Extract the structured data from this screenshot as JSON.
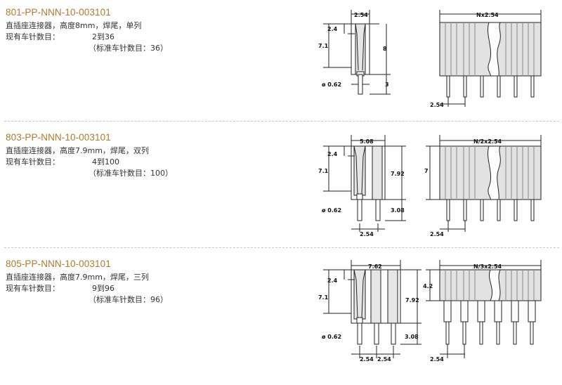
{
  "sections": [
    {
      "part_number": "801-PP-NNN-10-003101",
      "description": "直插座连接器，高度8mm，焊尾，单列",
      "pins_label": "现有车针数目：",
      "pins_range": "2到36",
      "pins_standard": "（标准车针数目：36）",
      "dims": {
        "width": "2.54",
        "entry": "2.4",
        "body": "7.1",
        "height": "8",
        "pin_dia": "ø 0.62",
        "tail": "3",
        "count": "Nx2.54",
        "pitch": "2.54"
      }
    },
    {
      "part_number": "803-PP-NNN-10-003101",
      "description": "直插座连接器，高度7.9mm，焊尾，双列",
      "pins_label": "现有车针数目：",
      "pins_range": "4到100",
      "pins_standard": "（标准车针数目：100）",
      "dims": {
        "width": "5.08",
        "entry": "2.4",
        "body": "7.1",
        "height": "7.92",
        "pin_dia": "ø 0.62",
        "tail": "3.08",
        "row_pitch": "2.54",
        "count": "N/2x2.54",
        "side_height": "7",
        "pitch": "2.54"
      }
    },
    {
      "part_number": "805-PP-NNN-10-003101",
      "description": "直插座连接器，高度7.9mm，焊尾，三列",
      "pins_label": "现有车针数目：",
      "pins_range": "9到96",
      "pins_standard": "（标准车针数目：96）",
      "dims": {
        "width": "7.62",
        "entry": "2.4",
        "body": "7.1",
        "height": "7.92",
        "pin_dia": "ø 0.62",
        "tail": "3.08",
        "row_pitch_a": "2.54",
        "row_pitch_b": "2.54",
        "count": "N/3x2.54",
        "side_height": "4.2",
        "pitch": "2.54"
      }
    }
  ]
}
